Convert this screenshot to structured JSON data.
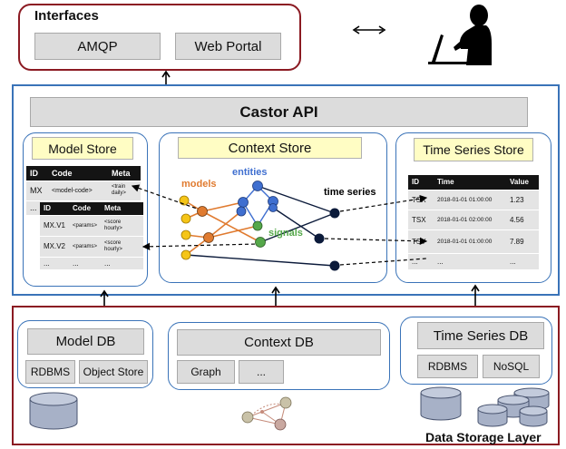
{
  "interfaces": {
    "title": "Interfaces",
    "amqp": "AMQP",
    "web_portal": "Web Portal"
  },
  "castor_api": {
    "title": "Castor API"
  },
  "model_store": {
    "title": "Model Store",
    "outer": {
      "headers": [
        "ID",
        "Code",
        "Meta"
      ],
      "rows": [
        [
          "MX",
          "<model-code>",
          "<train daily>"
        ],
        [
          "...",
          "",
          ""
        ]
      ]
    },
    "inner": {
      "headers": [
        "ID",
        "Code",
        "Meta"
      ],
      "rows": [
        [
          "MX.V1",
          "<params>",
          "<score hourly>"
        ],
        [
          "MX.V2",
          "<params>",
          "<score hourly>"
        ],
        [
          "...",
          "...",
          "..."
        ]
      ]
    }
  },
  "context_store": {
    "title": "Context Store",
    "labels": {
      "models": "models",
      "entities": "entities",
      "signals": "signals",
      "time_series": "time series"
    }
  },
  "time_series_store": {
    "title": "Time Series Store",
    "headers": [
      "ID",
      "Time",
      "Value"
    ],
    "rows": [
      [
        "TSX",
        "2018-01-01 01:00:00",
        "1.23"
      ],
      [
        "TSX",
        "2018-01-01 02:00:00",
        "4.56"
      ],
      [
        "TSY",
        "2018-01-01 01:00:00",
        "7.89"
      ],
      [
        "...",
        "...",
        "..."
      ]
    ]
  },
  "model_db": {
    "title": "Model DB",
    "items": [
      "RDBMS",
      "Object Store"
    ]
  },
  "context_db": {
    "title": "Context DB",
    "items": [
      "Graph",
      "..."
    ]
  },
  "time_series_db": {
    "title": "Time Series DB",
    "items": [
      "RDBMS",
      "NoSQL"
    ]
  },
  "storage_layer": {
    "title": "Data Storage Layer"
  },
  "colors": {
    "dark_red": "#8b1a22",
    "blue": "#3a73b8",
    "model_orange": "#e07b30",
    "entity_blue": "#3f6fd0",
    "signal_green": "#55a84a",
    "yellow_node": "#f5c518",
    "navy_node": "#0b1a3a"
  }
}
